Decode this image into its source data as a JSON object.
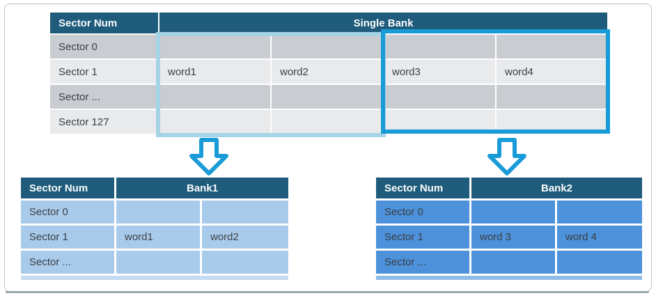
{
  "colors": {
    "header_teal": "#1F5C7B",
    "header_text": "#FAFCFD",
    "body_text": "#3A3F45",
    "row_gray_dark": "#C9CCD1",
    "row_gray_light": "#E9EAEC",
    "highlight_left": "#A5D4E6",
    "highlight_right": "#189BD7",
    "arrow_blue": "#189BD7",
    "bank1_row": "#A9CBEB",
    "bank1_sliver": "#C4DAF1",
    "bank2_row": "#4C91D9",
    "bank2_sliver": "#8FBCE6",
    "frame_border": "#BEC1C3",
    "frame_shadow": "#9EA6AB"
  },
  "icons": {
    "left_arrow": "block-down-arrow",
    "right_arrow": "block-down-arrow"
  },
  "single_bank": {
    "col_header": "Sector Num",
    "bank_header": "Single Bank",
    "rows": [
      {
        "sector": "Sector 0",
        "cells": [
          "",
          "",
          "",
          ""
        ]
      },
      {
        "sector": "Sector 1",
        "cells": [
          "word1",
          "word2",
          "word3",
          "word4"
        ]
      },
      {
        "sector": "Sector ...",
        "cells": [
          "",
          "",
          "",
          ""
        ]
      },
      {
        "sector": "Sector 127",
        "cells": [
          "",
          "",
          "",
          ""
        ]
      }
    ]
  },
  "bank1": {
    "col_header": "Sector Num",
    "bank_header": "Bank1",
    "rows": [
      {
        "sector": "Sector 0",
        "cells": [
          "",
          ""
        ]
      },
      {
        "sector": "Sector 1",
        "cells": [
          "word1",
          "word2"
        ]
      },
      {
        "sector": "Sector ...",
        "cells": [
          "",
          ""
        ]
      }
    ]
  },
  "bank2": {
    "col_header": "Sector Num",
    "bank_header": "Bank2",
    "rows": [
      {
        "sector": "Sector 0",
        "cells": [
          "",
          ""
        ]
      },
      {
        "sector": "Sector 1",
        "cells": [
          "word 3",
          "word 4"
        ]
      },
      {
        "sector": "Sector ...",
        "cells": [
          "",
          ""
        ]
      }
    ]
  }
}
